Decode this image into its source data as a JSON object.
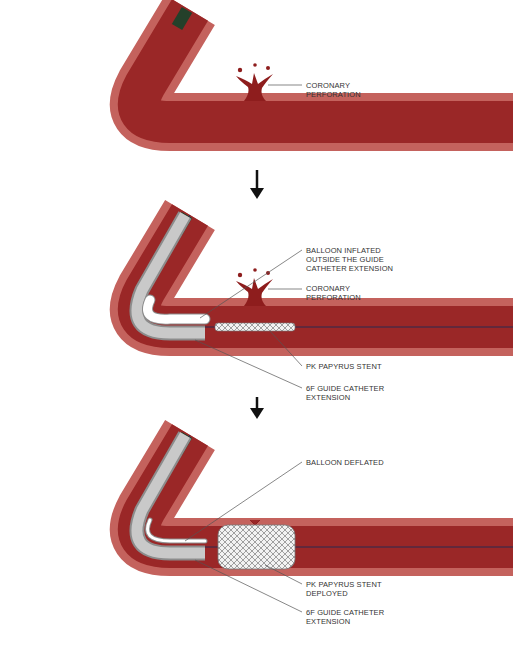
{
  "diagram": {
    "labels": [
      "CORONARY PERFORATION",
      "BALLOON INFLATED OUTSIDE THE GUIDE CATHETER EXTENSION",
      "CORONARY PERFORATION",
      "PK PAPYRUS STENT",
      "6F GUIDE CATHETER EXTENSION",
      "BALLOON DEFLATED",
      "PK PAPYRUS STENT DEPLOYED",
      "6F GUIDE CATHETER EXTENSION"
    ]
  }
}
